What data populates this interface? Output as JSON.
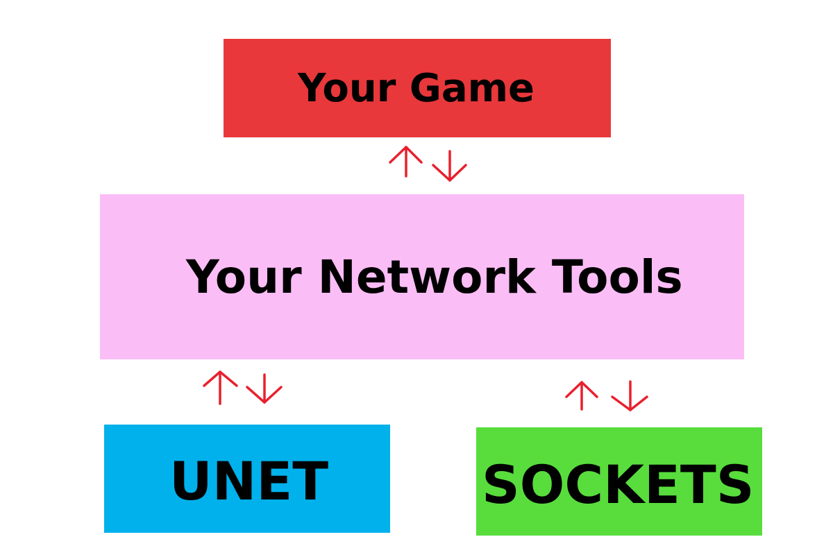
{
  "diagram": {
    "nodes": [
      {
        "id": "game",
        "label": "Your Game",
        "color": "#e8383b"
      },
      {
        "id": "tools",
        "label": "Your Network Tools",
        "color": "#fbbdf6"
      },
      {
        "id": "unet",
        "label": "UNET",
        "color": "#00b1ec"
      },
      {
        "id": "sockets",
        "label": "SOCKETS",
        "color": "#58dd3d"
      }
    ],
    "edges": [
      {
        "from": "game",
        "to": "tools",
        "direction": "bidirectional"
      },
      {
        "from": "tools",
        "to": "unet",
        "direction": "bidirectional"
      },
      {
        "from": "tools",
        "to": "sockets",
        "direction": "bidirectional"
      }
    ],
    "arrow_color": "#e8202e"
  }
}
